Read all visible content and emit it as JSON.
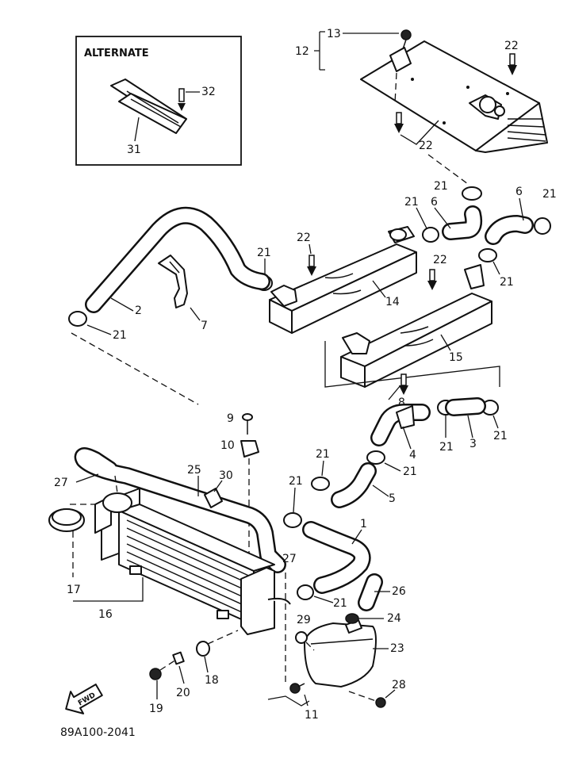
{
  "alternate_box": {
    "title": "ALTERNATE"
  },
  "diagram_code": "89A100-2041",
  "fwd_arrow": {
    "text": "FWD"
  },
  "callouts": {
    "c1": "1",
    "c2": "2",
    "c3": "3",
    "c4": "4",
    "c5": "5",
    "c6a": "6",
    "c6b": "6",
    "c7": "7",
    "c8": "8",
    "c9": "9",
    "c10": "10",
    "c11": "11",
    "c12": "12",
    "c13": "13",
    "c14": "14",
    "c15": "15",
    "c16": "16",
    "c17": "17",
    "c18": "18",
    "c19": "19",
    "c20": "20",
    "c21a": "21",
    "c21b": "21",
    "c21c": "21",
    "c21d": "21",
    "c21e": "21",
    "c21f": "21",
    "c21g": "21",
    "c21h": "21",
    "c21i": "21",
    "c21j": "21",
    "c21k": "21",
    "c21l": "21",
    "c22a": "22",
    "c22b": "22",
    "c22c": "22",
    "c22d": "22",
    "c23": "23",
    "c24": "24",
    "c25": "25",
    "c26": "26",
    "c27a": "27",
    "c27b": "27",
    "c28": "28",
    "c29": "29",
    "c30": "30",
    "c31": "31",
    "c32": "32"
  }
}
